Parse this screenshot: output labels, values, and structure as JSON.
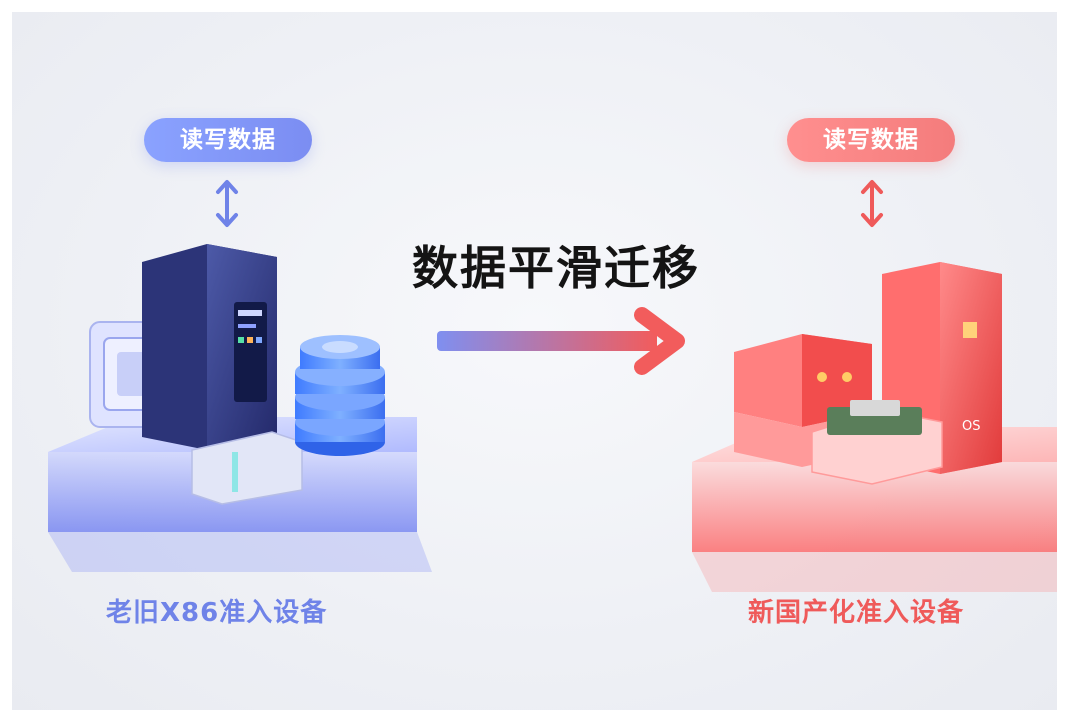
{
  "left": {
    "badge": "读写数据",
    "caption": "老旧X86准入设备",
    "accent": "#7b8df2"
  },
  "right": {
    "badge": "读写数据",
    "caption": "新国产化准入设备",
    "accent": "#f47c7c",
    "os_label": "OS"
  },
  "center": {
    "title": "数据平滑迁移",
    "arrow_gradient": [
      "#7f8ff0",
      "#f25c5c"
    ]
  }
}
